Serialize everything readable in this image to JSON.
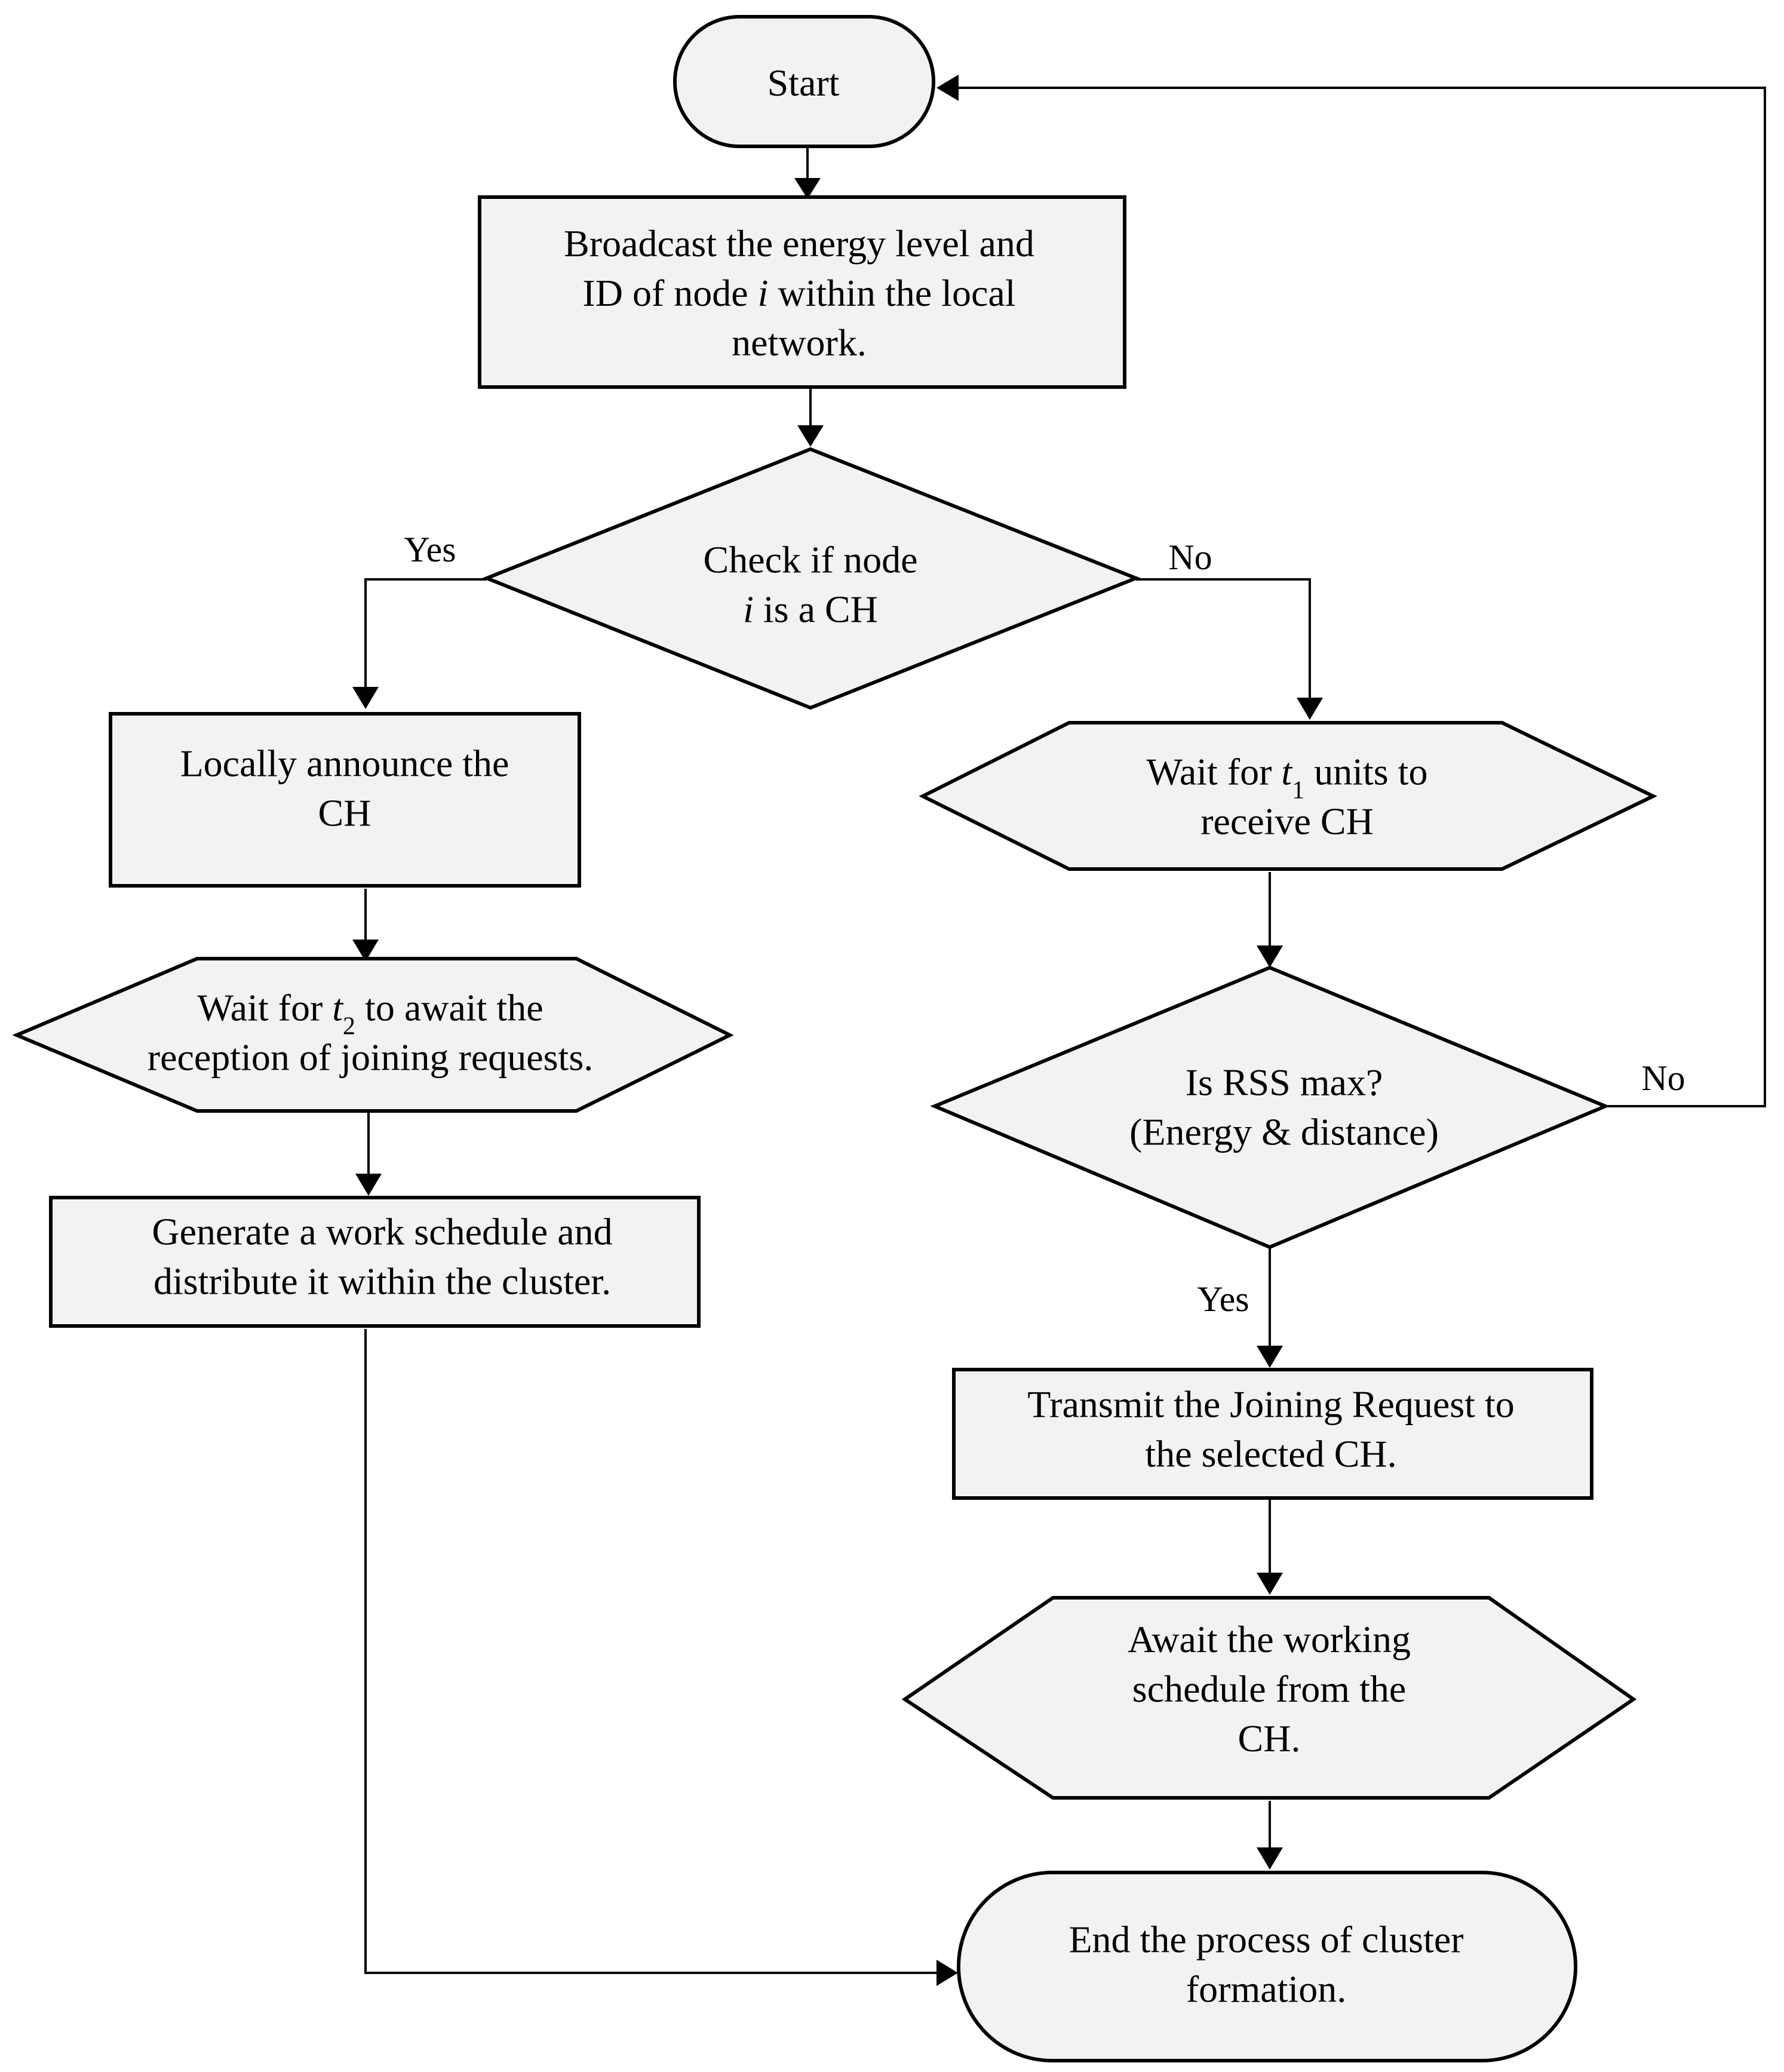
{
  "nodes": {
    "start": {
      "lines": [
        "Start"
      ]
    },
    "broadcast": {
      "lines": [
        "Broadcast the energy level and",
        "ID of node {i} within the local",
        "network."
      ],
      "var": "i"
    },
    "check_ch": {
      "lines": [
        "Check if node",
        "{i} is a CH"
      ],
      "var": "i"
    },
    "announce": {
      "lines": [
        "Locally announce the",
        "CH"
      ]
    },
    "wait_t2": {
      "lines": [
        "Wait for {t} to await the",
        "reception of joining requests."
      ],
      "var": "t",
      "sub": "2"
    },
    "generate": {
      "lines": [
        "Generate a work schedule and",
        "distribute it within the cluster."
      ]
    },
    "wait_t1": {
      "lines": [
        "Wait for {t}  units to",
        "receive CH"
      ],
      "var": "t",
      "sub": "1"
    },
    "rss": {
      "lines": [
        "Is RSS max?",
        "(Energy & distance)"
      ]
    },
    "transmit": {
      "lines": [
        "Transmit the Joining Request to",
        "the selected CH."
      ]
    },
    "await_sched": {
      "lines": [
        "Await the working",
        "schedule from the",
        "CH."
      ]
    },
    "end": {
      "lines": [
        "End the process of cluster",
        "formation."
      ]
    }
  },
  "edge_labels": {
    "check_yes": "Yes",
    "check_no": "No",
    "rss_no": "No",
    "rss_yes": "Yes"
  }
}
